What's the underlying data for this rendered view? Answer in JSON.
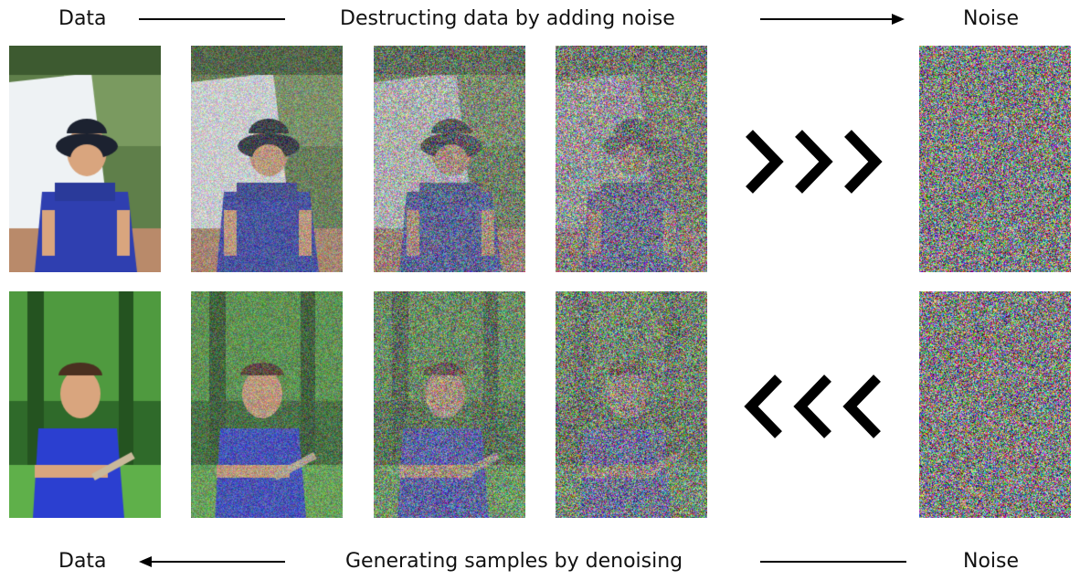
{
  "top": {
    "left_label": "Data",
    "caption": "Destructing data by adding noise",
    "right_label": "Noise",
    "direction": "forward"
  },
  "bottom": {
    "left_label": "Data",
    "caption": "Generating samples by denoising",
    "right_label": "Noise",
    "direction": "reverse"
  },
  "rows": [
    {
      "name": "forward-diffusion-row",
      "scene": "person in navy hat and blue polo outdoors",
      "noise_levels": [
        0.0,
        0.35,
        0.6,
        0.8,
        1.0
      ],
      "arrow_icon": "triple-chevron-right-icon"
    },
    {
      "name": "reverse-diffusion-row",
      "scene": "person in blue shirt in green garden",
      "noise_levels": [
        0.0,
        0.35,
        0.6,
        0.8,
        1.0
      ],
      "arrow_icon": "triple-chevron-left-icon"
    }
  ],
  "colors": {
    "text": "#111111",
    "line": "#000000",
    "shirt_blue": "#2f3fb0",
    "foliage_green": "#3f8a35",
    "skin": "#d9a57e"
  }
}
